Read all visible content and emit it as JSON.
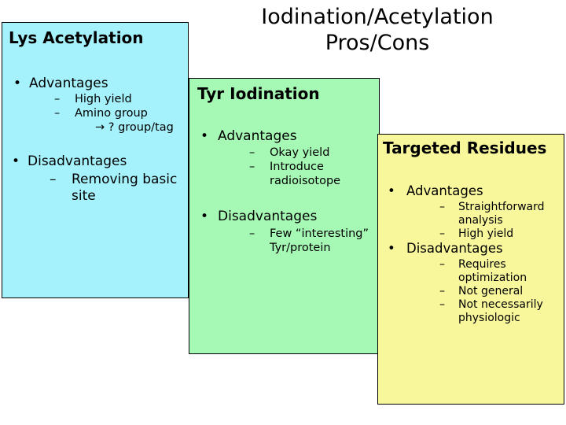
{
  "slide": {
    "title": "Iodination/Acetylation\nPros/Cons",
    "background": "#FFFFFF"
  },
  "panels": [
    {
      "id": "lys-acetylation",
      "heading": "Lys Acetylation",
      "fill": "#A5F2FC",
      "border": "#000000",
      "bullets": [
        {
          "label": "Advantages",
          "marker": "•",
          "sub": [
            {
              "marker": "–",
              "label": "High yield"
            },
            {
              "marker": "–",
              "label": "Amino group",
              "continuation": "→ ? group/tag"
            }
          ]
        },
        {
          "label": "Disadvantages",
          "marker": "•",
          "sub": [
            {
              "marker": "–",
              "label": "Removing basic site"
            }
          ]
        }
      ]
    },
    {
      "id": "tyr-iodination",
      "heading": "Tyr Iodination",
      "fill": "#A5F9B4",
      "border": "#000000",
      "bullets": [
        {
          "label": "Advantages",
          "marker": "•",
          "sub": [
            {
              "marker": "–",
              "label": "Okay yield"
            },
            {
              "marker": "–",
              "label": "Introduce radioisotope"
            }
          ]
        },
        {
          "label": "Disadvantages",
          "marker": "•",
          "sub": [
            {
              "marker": "–",
              "label": "Few “interesting” Tyr/protein"
            }
          ]
        }
      ]
    },
    {
      "id": "targeted-residues",
      "heading": "Targeted Residues",
      "fill": "#F9F79C",
      "border": "#000000",
      "bullets": [
        {
          "label": "Advantages",
          "marker": "•",
          "sub": [
            {
              "marker": "–",
              "label": "Straightforward analysis"
            },
            {
              "marker": "–",
              "label": "High yield"
            }
          ]
        },
        {
          "label": "Disadvantages",
          "marker": "•",
          "sub": [
            {
              "marker": "–",
              "label": "Requires optimization"
            },
            {
              "marker": "–",
              "label": "Not general"
            },
            {
              "marker": "–",
              "label": "Not necessarily physiologic"
            }
          ]
        }
      ]
    }
  ]
}
